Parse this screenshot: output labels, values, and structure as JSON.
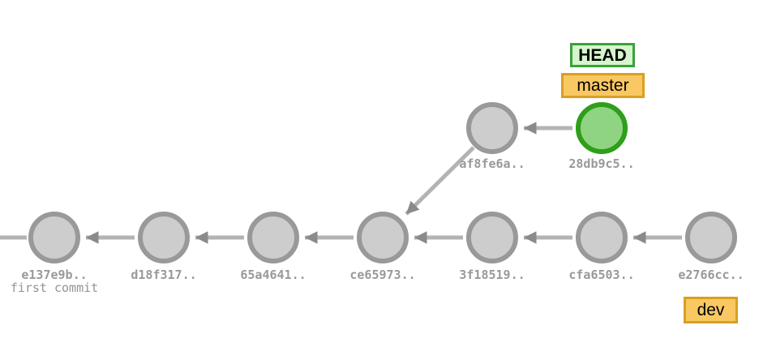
{
  "graph": {
    "refs": [
      {
        "label": "HEAD",
        "type": "head-pointer"
      },
      {
        "label": "master",
        "type": "branch"
      },
      {
        "label": "dev",
        "type": "branch"
      }
    ],
    "commits": [
      {
        "hash": "e137e9b..",
        "message": "first commit"
      },
      {
        "hash": "d18f317.."
      },
      {
        "hash": "65a4641.."
      },
      {
        "hash": "ce65973.."
      },
      {
        "hash": "3f18519.."
      },
      {
        "hash": "cfa6503.."
      },
      {
        "hash": "e2766cc.."
      },
      {
        "hash": "af8fe6a.."
      },
      {
        "hash": "28db9c5.."
      }
    ]
  },
  "colors": {
    "background": "#ffffff",
    "commit_fill": "#cdcdcd",
    "commit_stroke": "#999999",
    "head_commit_fill": "#8fd483",
    "head_commit_stroke": "#2f9e1a",
    "edge_line": "#b3b3b3",
    "edge_arrowhead": "#8a8a8a",
    "hash_text": "#999999",
    "head_label_bg": "#d6f5cd",
    "head_label_border": "#3aa23a",
    "branch_label_bg": "#f9c863",
    "branch_label_border": "#d8a020"
  }
}
